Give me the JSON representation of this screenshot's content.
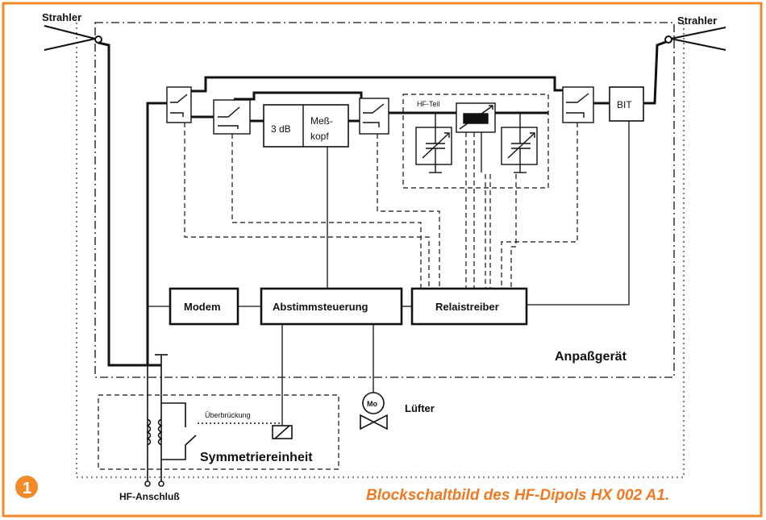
{
  "labels": {
    "antenna_left": "Strahler",
    "antenna_right": "Strahler",
    "bit": "BIT",
    "attenuator": "3 dB",
    "measure_line1": "Meß-",
    "measure_line2": "kopf",
    "hf_teil": "HF-Teil",
    "modem": "Modem",
    "tuning_control": "Abstimmsteuerung",
    "relay_driver": "Relaistreiber",
    "matching_unit": "Anpaßgerät",
    "motor": "Mo",
    "fan": "Lüfter",
    "bypass": "Überbrückung",
    "balun": "Symmetriereinheit",
    "rf_connector": "HF-Anschluß"
  },
  "figure": {
    "number": "1",
    "caption": "Blockschaltbild des HF-Dipols HX 002 A1."
  },
  "colors": {
    "frame": "#f28a2a",
    "badge": "#f28a2a",
    "caption": "#f07820",
    "line": "#111111"
  }
}
